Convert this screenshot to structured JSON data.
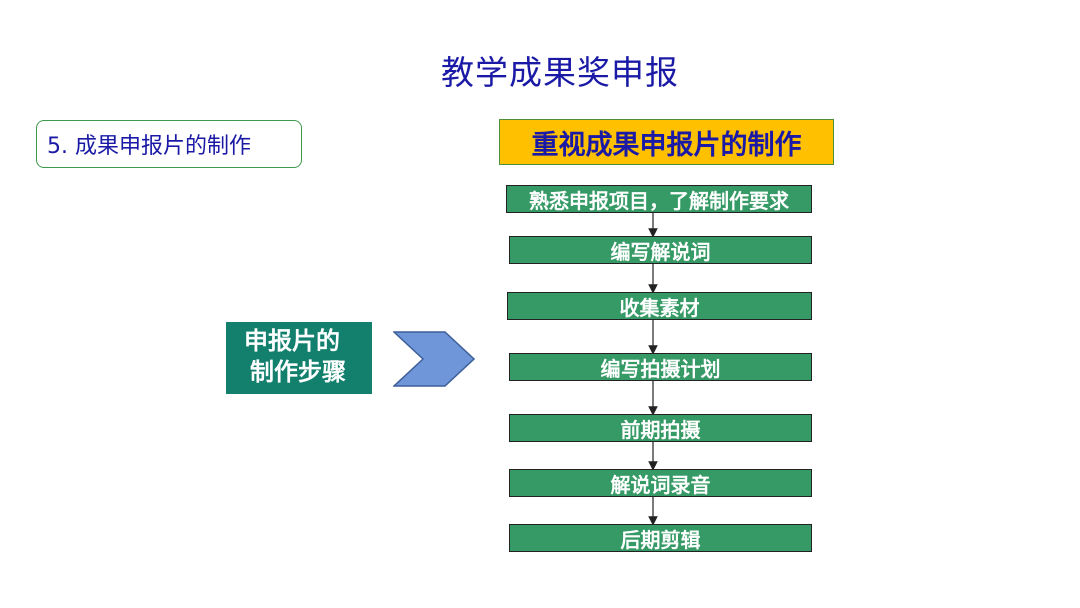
{
  "title": "教学成果奖申报",
  "section_label": "5. 成果申报片的制作",
  "heading": "重视成果申报片的制作",
  "steps_label": {
    "line1": "申报片的",
    "line2": "制作步骤"
  },
  "flow": {
    "steps": [
      "熟悉申报项目，了解制作要求",
      "编写解说词",
      "收集素材",
      "编写拍摄计划",
      "前期拍摄",
      "解说词录音",
      "后期剪辑"
    ]
  },
  "colors": {
    "title_text": "#1a1aa6",
    "heading_fill": "#ffc000",
    "steps_label_fill": "#13806e",
    "chevron_fill": "#6f96d8",
    "step_fill": "#359a65"
  }
}
